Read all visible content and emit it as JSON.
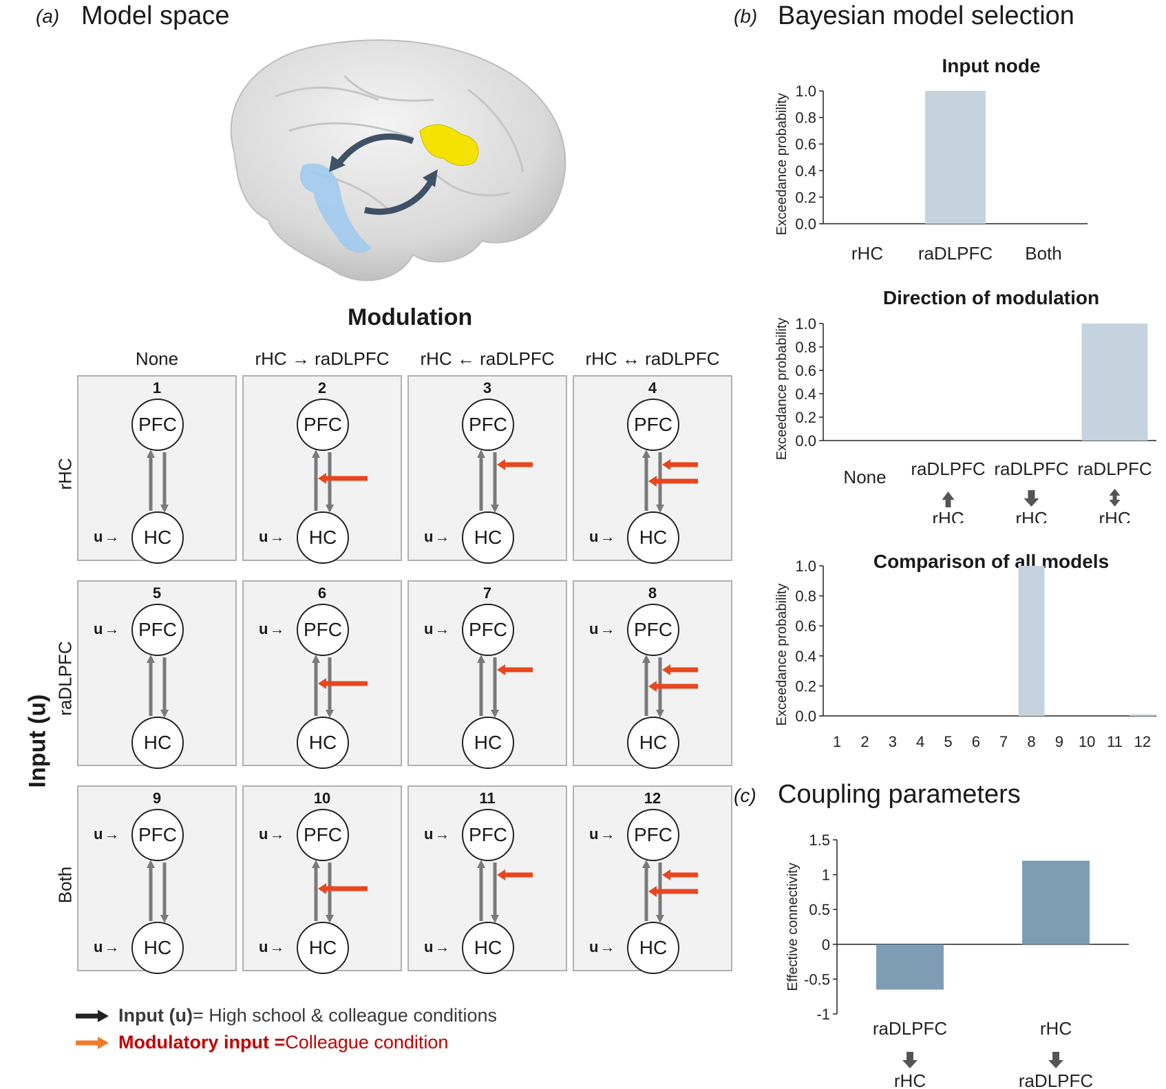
{
  "panel_a": {
    "letter": "a",
    "title": "Model space",
    "modulation_title": "Modulation",
    "columns": [
      "None",
      "rHC → raDLPFC",
      "rHC ← raDLPFC",
      "rHC ↔ raDLPFC"
    ],
    "rows": [
      "rHC",
      "raDLPFC",
      "Both"
    ],
    "input_axis_label": "Input (u)",
    "node_top": "PFC",
    "node_bottom": "HC",
    "input_symbol": "u",
    "cells": [
      {
        "num": "1",
        "input": "hc",
        "mod": "none"
      },
      {
        "num": "2",
        "input": "hc",
        "mod": "up"
      },
      {
        "num": "3",
        "input": "hc",
        "mod": "down"
      },
      {
        "num": "4",
        "input": "hc",
        "mod": "both"
      },
      {
        "num": "5",
        "input": "pfc",
        "mod": "none"
      },
      {
        "num": "6",
        "input": "pfc",
        "mod": "up"
      },
      {
        "num": "7",
        "input": "pfc",
        "mod": "down"
      },
      {
        "num": "8",
        "input": "pfc",
        "mod": "both"
      },
      {
        "num": "9",
        "input": "both",
        "mod": "none"
      },
      {
        "num": "10",
        "input": "both",
        "mod": "up"
      },
      {
        "num": "11",
        "input": "both",
        "mod": "down"
      },
      {
        "num": "12",
        "input": "both",
        "mod": "both"
      }
    ],
    "legend": {
      "input_bold": "Input (u)",
      "input_rest": " = High school & colleague conditions",
      "mod_bold": "Modulatory input =",
      "mod_rest": " Colleague condition"
    },
    "colors": {
      "modulatory": "#e8461e",
      "input_arrow": "#222222",
      "connection": "#7a7a7a",
      "blue_region": "#9ec9f0",
      "yellow_region": "#f4e200"
    }
  },
  "panel_b": {
    "letter": "b",
    "title": "Bayesian model selection"
  },
  "panel_c": {
    "letter": "c",
    "title": "Coupling parameters"
  },
  "chart_data": [
    {
      "type": "bar",
      "title": "Input node",
      "ylabel": "Exceedance probability",
      "categories": [
        "rHC",
        "raDLPFC",
        "Both"
      ],
      "values": [
        0,
        1.0,
        0
      ],
      "ylim": [
        0,
        1.0
      ],
      "yticks": [
        "0.0",
        "0.2",
        "0.4",
        "0.6",
        "0.8",
        "1.0"
      ],
      "color": "#c5d3df"
    },
    {
      "type": "bar",
      "title": "Direction of modulation",
      "ylabel": "Exceedance probability",
      "categories": [
        "None",
        "raDLPFC\n↑\nrHC",
        "raDLPFC\n↓\nrHC",
        "raDLPFC\n↕\nrHC"
      ],
      "values": [
        0,
        0,
        0,
        1.0
      ],
      "ylim": [
        0,
        1.0
      ],
      "yticks": [
        "0.0",
        "0.2",
        "0.4",
        "0.6",
        "0.8",
        "1.0"
      ],
      "color": "#c5d3df"
    },
    {
      "type": "bar",
      "title": "Comparison of all models",
      "ylabel": "Exceedance probability",
      "categories": [
        "1",
        "2",
        "3",
        "4",
        "5",
        "6",
        "7",
        "8",
        "9",
        "10",
        "11",
        "12"
      ],
      "values": [
        0,
        0,
        0,
        0,
        0,
        0,
        0,
        1.0,
        0,
        0,
        0,
        0.01
      ],
      "ylim": [
        0,
        1.0
      ],
      "yticks": [
        "0.0",
        "0.2",
        "0.4",
        "0.6",
        "0.8",
        "1.0"
      ],
      "color": "#c5d3df"
    },
    {
      "type": "bar",
      "title": "",
      "ylabel": "Effective connectivity",
      "categories": [
        "raDLPFC\n↓\nrHC",
        "rHC\n↓\nraDLPFC"
      ],
      "values": [
        -0.65,
        1.2
      ],
      "ylim": [
        -1,
        1.5
      ],
      "yticks": [
        "-1",
        "-0.5",
        "0",
        "0.5",
        "1",
        "1.5"
      ],
      "color": "#7d9db5"
    }
  ]
}
